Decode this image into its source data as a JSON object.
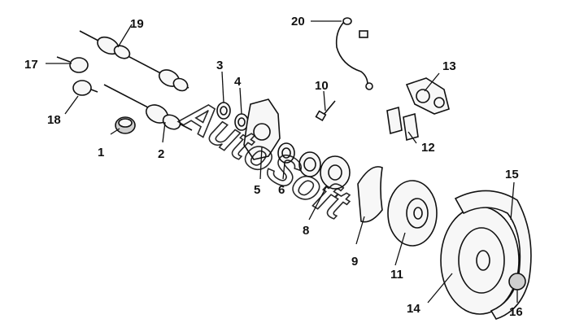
{
  "callouts": [
    {
      "id": "1",
      "label": "1"
    },
    {
      "id": "2",
      "label": "2"
    },
    {
      "id": "3",
      "label": "3"
    },
    {
      "id": "4",
      "label": "4"
    },
    {
      "id": "5",
      "label": "5"
    },
    {
      "id": "6",
      "label": "6"
    },
    {
      "id": "8",
      "label": "8"
    },
    {
      "id": "9",
      "label": "9"
    },
    {
      "id": "10",
      "label": "10"
    },
    {
      "id": "11",
      "label": "11"
    },
    {
      "id": "12",
      "label": "12"
    },
    {
      "id": "13",
      "label": "13"
    },
    {
      "id": "14",
      "label": "14"
    },
    {
      "id": "15",
      "label": "15"
    },
    {
      "id": "16",
      "label": "16"
    },
    {
      "id": "17",
      "label": "17"
    },
    {
      "id": "18",
      "label": "18"
    },
    {
      "id": "19",
      "label": "19"
    },
    {
      "id": "20",
      "label": "20"
    }
  ],
  "watermark": {
    "text": "AutoSoft"
  }
}
